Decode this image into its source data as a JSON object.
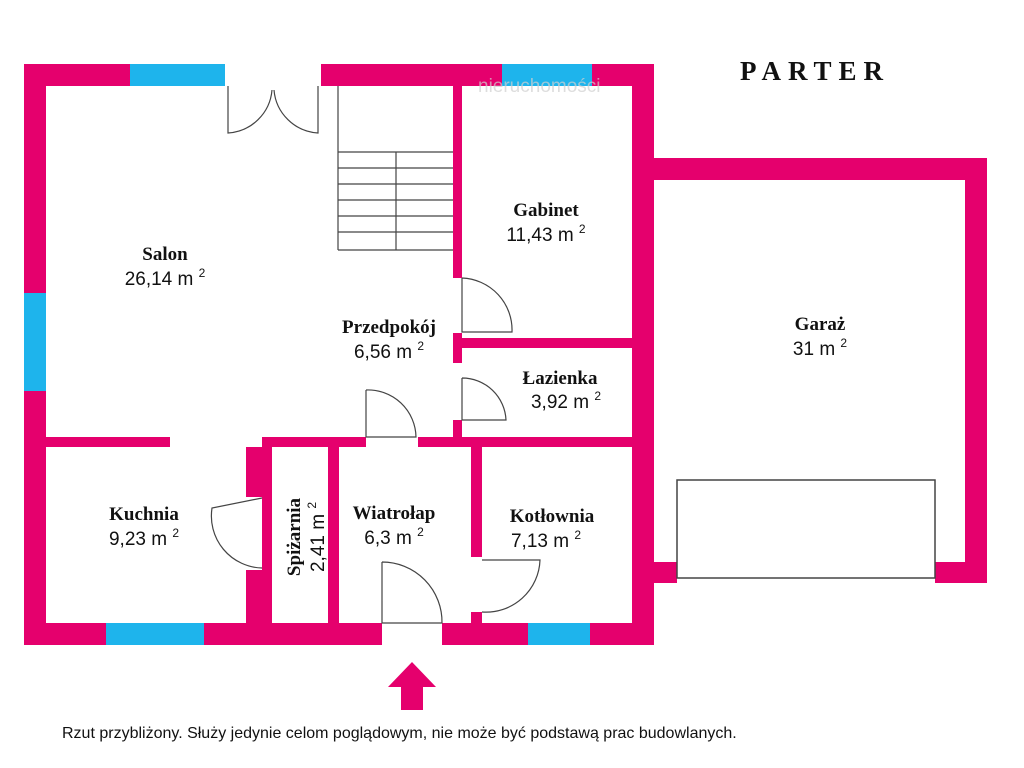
{
  "title": "PARTER",
  "watermark": "nieruchomości",
  "disclaimer": "Rzut przybliżony. Służy jedynie celom poglądowym, nie może być podstawą prac budowlanych.",
  "area_unit": "m",
  "area_exp": "2",
  "rooms": {
    "salon": {
      "name": "Salon",
      "area": "26,14"
    },
    "gabinet": {
      "name": "Gabinet",
      "area": "11,43"
    },
    "przedpokoj": {
      "name": "Przedpokój",
      "area": "6,56"
    },
    "lazienka": {
      "name": "Łazienka",
      "area": "3,92"
    },
    "garaz": {
      "name": "Garaż",
      "area": "31"
    },
    "kuchnia": {
      "name": "Kuchnia",
      "area": "9,23"
    },
    "spizarnia": {
      "name": "Spiżarnia",
      "area": "2,41"
    },
    "wiatrolap": {
      "name": "Wiatrołap",
      "area": "6,3"
    },
    "kotlownia": {
      "name": "Kotłownia",
      "area": "7,13"
    }
  },
  "colors": {
    "wall": "#e5006d",
    "window": "#1eb4ec"
  }
}
